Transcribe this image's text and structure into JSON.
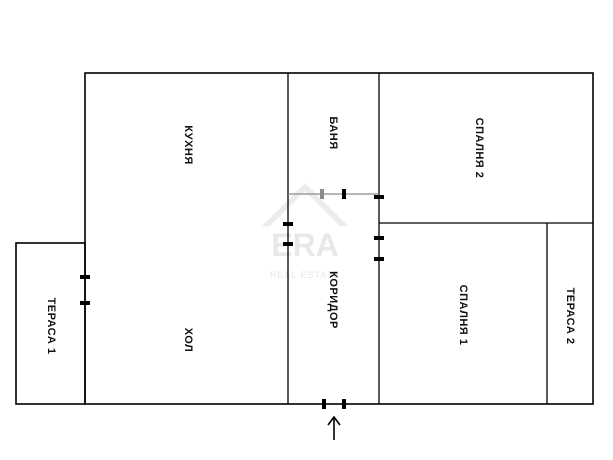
{
  "rooms": {
    "kitchen": "КУХНЯ",
    "living": "ХОЛ",
    "bathroom": "БАНЯ",
    "corridor": "КОРИДОР",
    "bedroom2": "СПАЛНЯ 2",
    "bedroom1": "СПАЛНЯ 1",
    "terrace1": "ТЕРАСА 1",
    "terrace2": "ТЕРАСА 2"
  },
  "watermark": {
    "brand": "ERA",
    "tagline": "REAL ESTATE"
  },
  "entrance": {
    "arrow_glyph": "↑"
  }
}
